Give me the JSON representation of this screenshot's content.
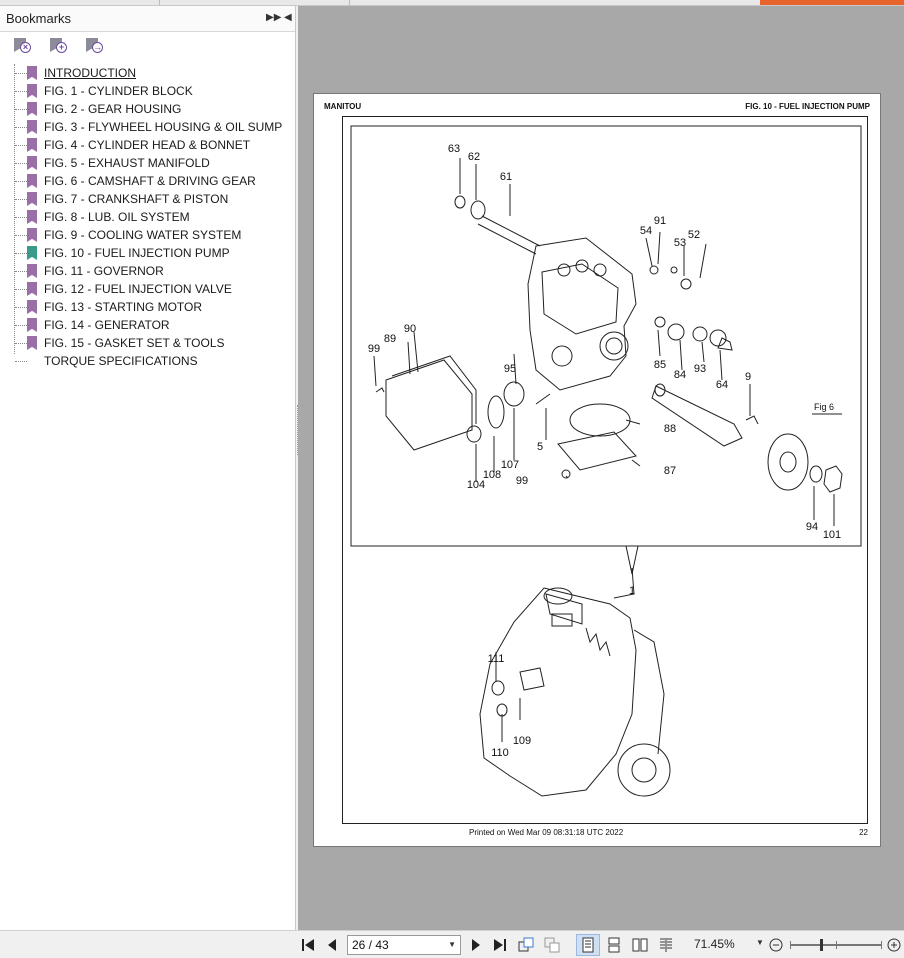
{
  "sidebar": {
    "title": "Bookmarks",
    "tools": [
      {
        "icon": "bookmark-delete-icon"
      },
      {
        "icon": "bookmark-add-icon"
      },
      {
        "icon": "bookmark-expand-icon"
      }
    ],
    "items": [
      {
        "label": "INTRODUCTION"
      },
      {
        "label": "FIG. 1 - CYLINDER BLOCK"
      },
      {
        "label": "FIG. 2 - GEAR HOUSING"
      },
      {
        "label": "FIG. 3 - FLYWHEEL HOUSING & OIL SUMP"
      },
      {
        "label": "FIG. 4 - CYLINDER HEAD & BONNET"
      },
      {
        "label": "FIG. 5 - EXHAUST MANIFOLD"
      },
      {
        "label": "FIG. 6 - CAMSHAFT & DRIVING GEAR"
      },
      {
        "label": "FIG. 7 - CRANKSHAFT & PISTON"
      },
      {
        "label": "FIG. 8 - LUB. OIL SYSTEM"
      },
      {
        "label": "FIG. 9 - COOLING WATER SYSTEM"
      },
      {
        "label": "FIG. 10 - FUEL INJECTION PUMP"
      },
      {
        "label": "FIG. 11 - GOVERNOR"
      },
      {
        "label": "FIG. 12 - FUEL INJECTION VALVE"
      },
      {
        "label": "FIG. 13 - STARTING MOTOR"
      },
      {
        "label": "FIG. 14 - GENERATOR"
      },
      {
        "label": "FIG. 15 - GASKET SET & TOOLS"
      },
      {
        "label": "TORQUE SPECIFICATIONS"
      }
    ],
    "active_color": "#3a9a8c",
    "bookmark_color": "#9a6fa8"
  },
  "page": {
    "header_left": "MANITOU",
    "header_right": "FIG. 10 - FUEL INJECTION PUMP",
    "footer": "Printed on   Wed Mar 09 08:31:18 UTC 2022",
    "page_number": "22",
    "fig_ref": "Fig 6",
    "callouts": [
      "63",
      "62",
      "61",
      "91",
      "54",
      "53",
      "52",
      "89",
      "90",
      "99",
      "95",
      "85",
      "84",
      "93",
      "64",
      "9",
      "104",
      "108",
      "107",
      "5",
      "88",
      "87",
      "99",
      "94",
      "101",
      "1",
      "111",
      "109",
      "110"
    ]
  },
  "toolbar": {
    "page_value": "26 / 43",
    "zoom": "71.45%"
  }
}
